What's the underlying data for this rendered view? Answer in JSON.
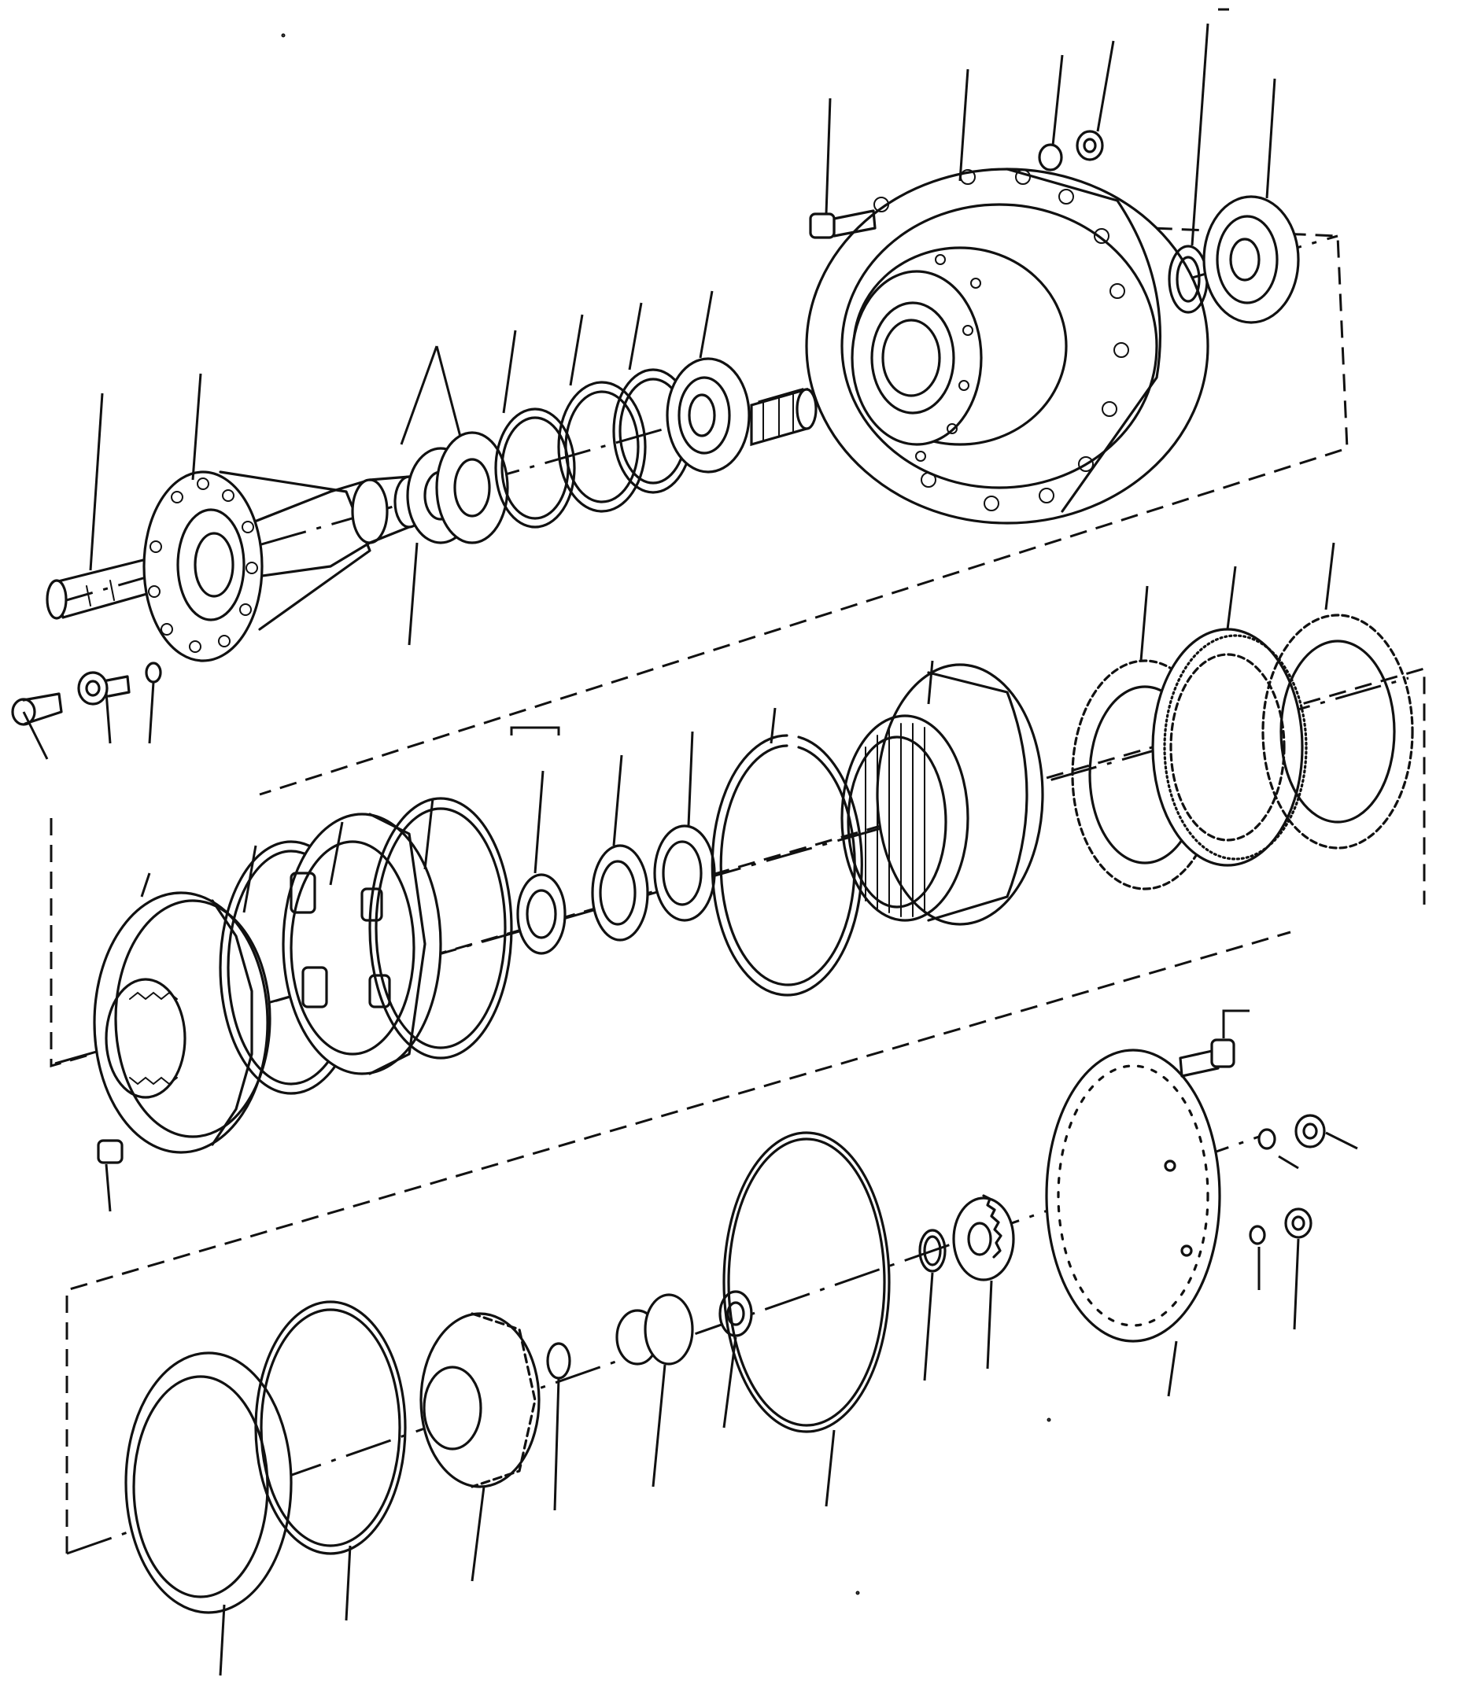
{
  "diagram": {
    "kind": "exploded parts view",
    "assemblies": [
      {
        "id": "output-shaft-and-housing"
      },
      {
        "id": "clutch-pack-and-drum"
      },
      {
        "id": "planetary-gear-set-and-cover"
      }
    ],
    "labels": [],
    "line_color": "#111111",
    "background": "#ffffff"
  }
}
